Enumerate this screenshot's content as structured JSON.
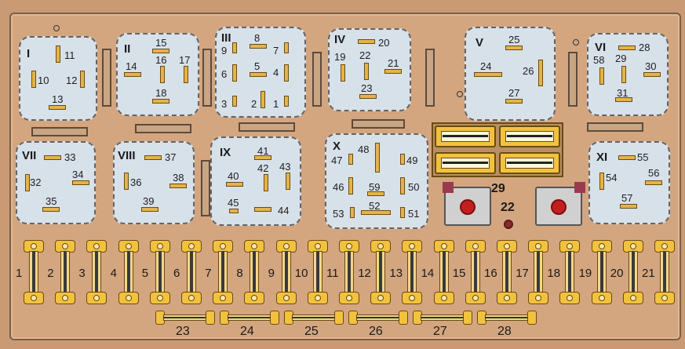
{
  "relays": [
    {
      "id": "I",
      "label": "I",
      "pins": [
        "11",
        "10",
        "12",
        "13"
      ]
    },
    {
      "id": "II",
      "label": "II",
      "pins": [
        "15",
        "14",
        "16",
        "17",
        "18"
      ]
    },
    {
      "id": "III",
      "label": "III",
      "pins": [
        "8",
        "9",
        "7",
        "6",
        "5",
        "4",
        "3",
        "2",
        "1"
      ]
    },
    {
      "id": "IV",
      "label": "IV",
      "pins": [
        "20",
        "19",
        "22",
        "21",
        "23"
      ]
    },
    {
      "id": "V",
      "label": "V",
      "pins": [
        "25",
        "24",
        "26",
        "27"
      ]
    },
    {
      "id": "VI",
      "label": "VI",
      "pins": [
        "28",
        "58",
        "29",
        "30",
        "31"
      ]
    },
    {
      "id": "VII",
      "label": "VII",
      "pins": [
        "33",
        "32",
        "34",
        "35"
      ]
    },
    {
      "id": "VIII",
      "label": "VIII",
      "pins": [
        "37",
        "36",
        "38",
        "39"
      ]
    },
    {
      "id": "IX",
      "label": "IX",
      "pins": [
        "41",
        "40",
        "42",
        "43",
        "45",
        "44"
      ]
    },
    {
      "id": "X",
      "label": "X",
      "pins": [
        "48",
        "47",
        "49",
        "46",
        "59",
        "50",
        "53",
        "52",
        "51"
      ]
    },
    {
      "id": "XI",
      "label": "XI",
      "pins": [
        "55",
        "54",
        "56",
        "57"
      ]
    }
  ],
  "fuses": [
    "1",
    "2",
    "3",
    "4",
    "5",
    "6",
    "7",
    "8",
    "9",
    "10",
    "11",
    "12",
    "13",
    "14",
    "15",
    "16",
    "17",
    "18",
    "19",
    "20",
    "21"
  ],
  "bottom_fuses": [
    "23",
    "24",
    "25",
    "26",
    "27",
    "28"
  ],
  "misc": {
    "label_29": "29",
    "label_22": "22"
  }
}
